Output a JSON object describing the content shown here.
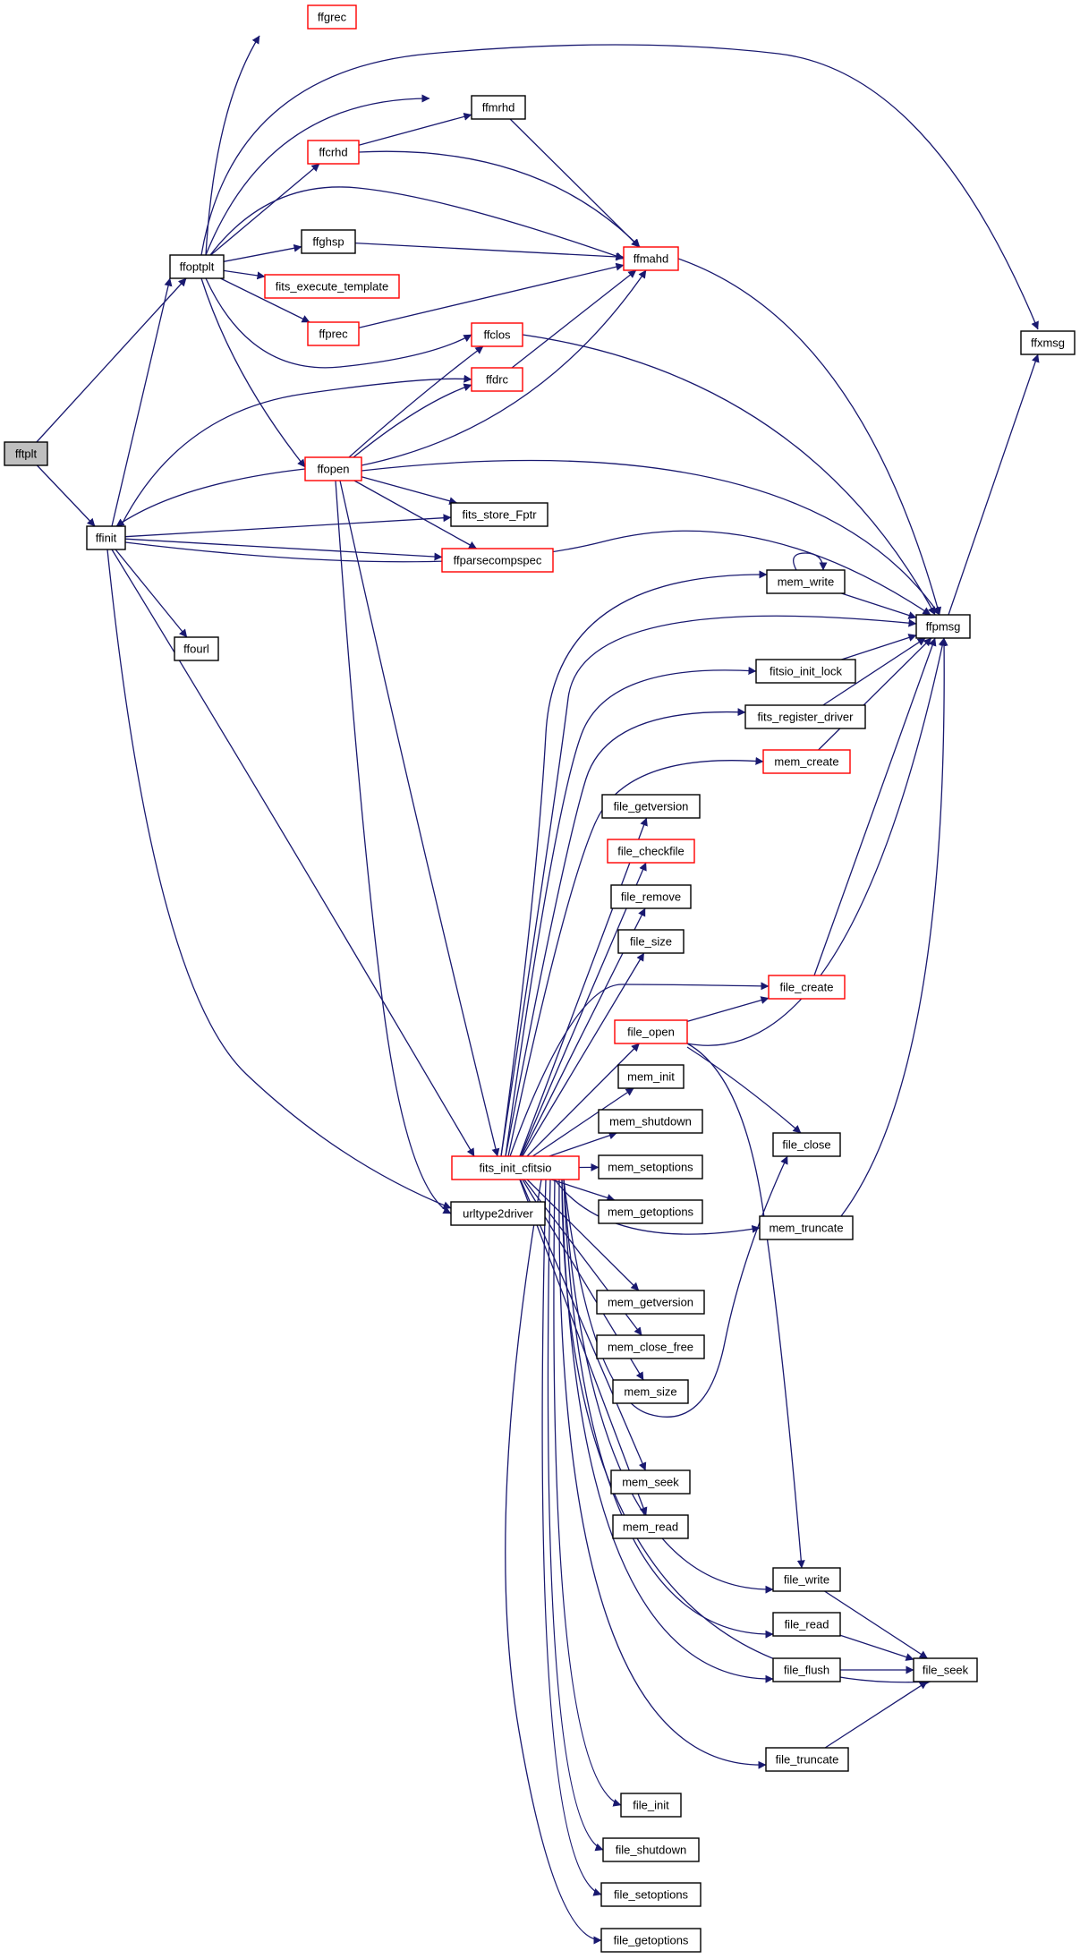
{
  "graph": {
    "nodes": [
      {
        "id": "fftplt",
        "label": "fftplt",
        "style": "root"
      },
      {
        "id": "ffinit",
        "label": "ffinit",
        "style": "black"
      },
      {
        "id": "ffoptplt",
        "label": "ffoptplt",
        "style": "black"
      },
      {
        "id": "ffgrec",
        "label": "ffgrec",
        "style": "red"
      },
      {
        "id": "ffmrhd",
        "label": "ffmrhd",
        "style": "black"
      },
      {
        "id": "ffcrhd",
        "label": "ffcrhd",
        "style": "red"
      },
      {
        "id": "ffghsp",
        "label": "ffghsp",
        "style": "black"
      },
      {
        "id": "ffmahd",
        "label": "ffmahd",
        "style": "red"
      },
      {
        "id": "fits_execute_template",
        "label": "fits_execute_template",
        "style": "red"
      },
      {
        "id": "ffprec",
        "label": "ffprec",
        "style": "red"
      },
      {
        "id": "ffclos",
        "label": "ffclos",
        "style": "red"
      },
      {
        "id": "ffxmsg",
        "label": "ffxmsg",
        "style": "black"
      },
      {
        "id": "ffdrc",
        "label": "ffdrc",
        "style": "red"
      },
      {
        "id": "ffopen",
        "label": "ffopen",
        "style": "red"
      },
      {
        "id": "fits_store_Fptr",
        "label": "fits_store_Fptr",
        "style": "black"
      },
      {
        "id": "ffparsecompspec",
        "label": "ffparsecompspec",
        "style": "red"
      },
      {
        "id": "mem_write",
        "label": "mem_write",
        "style": "black"
      },
      {
        "id": "ffpmsg",
        "label": "ffpmsg",
        "style": "black"
      },
      {
        "id": "ffourl",
        "label": "ffourl",
        "style": "black"
      },
      {
        "id": "fitsio_init_lock",
        "label": "fitsio_init_lock",
        "style": "black"
      },
      {
        "id": "fits_register_driver",
        "label": "fits_register_driver",
        "style": "black"
      },
      {
        "id": "mem_create",
        "label": "mem_create",
        "style": "red"
      },
      {
        "id": "file_getversion",
        "label": "file_getversion",
        "style": "black"
      },
      {
        "id": "file_checkfile",
        "label": "file_checkfile",
        "style": "red"
      },
      {
        "id": "file_remove",
        "label": "file_remove",
        "style": "black"
      },
      {
        "id": "file_size",
        "label": "file_size",
        "style": "black"
      },
      {
        "id": "file_create",
        "label": "file_create",
        "style": "red"
      },
      {
        "id": "file_open",
        "label": "file_open",
        "style": "red"
      },
      {
        "id": "mem_init",
        "label": "mem_init",
        "style": "black"
      },
      {
        "id": "mem_shutdown",
        "label": "mem_shutdown",
        "style": "black"
      },
      {
        "id": "file_close",
        "label": "file_close",
        "style": "black"
      },
      {
        "id": "fits_init_cfitsio",
        "label": "fits_init_cfitsio",
        "style": "red"
      },
      {
        "id": "mem_setoptions",
        "label": "mem_setoptions",
        "style": "black"
      },
      {
        "id": "urltype2driver",
        "label": "urltype2driver",
        "style": "black"
      },
      {
        "id": "mem_getoptions",
        "label": "mem_getoptions",
        "style": "black"
      },
      {
        "id": "mem_truncate",
        "label": "mem_truncate",
        "style": "black"
      },
      {
        "id": "mem_getversion",
        "label": "mem_getversion",
        "style": "black"
      },
      {
        "id": "mem_close_free",
        "label": "mem_close_free",
        "style": "black"
      },
      {
        "id": "mem_size",
        "label": "mem_size",
        "style": "black"
      },
      {
        "id": "mem_seek",
        "label": "mem_seek",
        "style": "black"
      },
      {
        "id": "mem_read",
        "label": "mem_read",
        "style": "black"
      },
      {
        "id": "file_write",
        "label": "file_write",
        "style": "black"
      },
      {
        "id": "file_read",
        "label": "file_read",
        "style": "black"
      },
      {
        "id": "file_flush",
        "label": "file_flush",
        "style": "black"
      },
      {
        "id": "file_seek",
        "label": "file_seek",
        "style": "black"
      },
      {
        "id": "file_truncate",
        "label": "file_truncate",
        "style": "black"
      },
      {
        "id": "file_init",
        "label": "file_init",
        "style": "black"
      },
      {
        "id": "file_shutdown",
        "label": "file_shutdown",
        "style": "black"
      },
      {
        "id": "file_setoptions",
        "label": "file_setoptions",
        "style": "black"
      },
      {
        "id": "file_getoptions",
        "label": "file_getoptions",
        "style": "black"
      }
    ],
    "edges": [
      [
        "fftplt",
        "ffoptplt"
      ],
      [
        "fftplt",
        "ffinit"
      ],
      [
        "ffoptplt",
        "ffgrec"
      ],
      [
        "ffoptplt",
        "ffxmsg"
      ],
      [
        "ffoptplt",
        "ffmrhd"
      ],
      [
        "ffoptplt",
        "ffcrhd"
      ],
      [
        "ffoptplt",
        "ffmahd"
      ],
      [
        "ffoptplt",
        "ffghsp"
      ],
      [
        "ffoptplt",
        "fits_execute_template"
      ],
      [
        "ffoptplt",
        "ffprec"
      ],
      [
        "ffoptplt",
        "ffclos"
      ],
      [
        "ffoptplt",
        "ffopen"
      ],
      [
        "ffcrhd",
        "ffmrhd"
      ],
      [
        "ffcrhd",
        "ffmahd"
      ],
      [
        "ffmrhd",
        "ffmahd"
      ],
      [
        "ffghsp",
        "ffmahd"
      ],
      [
        "ffprec",
        "ffmahd"
      ],
      [
        "ffmahd",
        "ffpmsg"
      ],
      [
        "ffclos",
        "ffpmsg"
      ],
      [
        "ffdrc",
        "ffmahd"
      ],
      [
        "ffopen",
        "ffclos"
      ],
      [
        "ffopen",
        "ffdrc"
      ],
      [
        "ffopen",
        "ffmahd"
      ],
      [
        "ffopen",
        "ffinit"
      ],
      [
        "ffopen",
        "fits_store_Fptr"
      ],
      [
        "ffopen",
        "ffparsecompspec"
      ],
      [
        "ffopen",
        "ffpmsg"
      ],
      [
        "ffopen",
        "fits_init_cfitsio"
      ],
      [
        "ffopen",
        "urltype2driver"
      ],
      [
        "ffinit",
        "ffoptplt"
      ],
      [
        "ffinit",
        "ffdrc"
      ],
      [
        "ffinit",
        "fits_store_Fptr"
      ],
      [
        "ffinit",
        "ffparsecompspec"
      ],
      [
        "ffinit",
        "ffpmsg"
      ],
      [
        "ffinit",
        "ffourl"
      ],
      [
        "ffinit",
        "fits_init_cfitsio"
      ],
      [
        "ffinit",
        "urltype2driver"
      ],
      [
        "ffpmsg",
        "ffxmsg"
      ],
      [
        "mem_write",
        "mem_write"
      ],
      [
        "mem_write",
        "ffpmsg"
      ],
      [
        "fitsio_init_lock",
        "ffpmsg"
      ],
      [
        "fits_register_driver",
        "ffpmsg"
      ],
      [
        "mem_create",
        "ffpmsg"
      ],
      [
        "file_create",
        "ffpmsg"
      ],
      [
        "file_open",
        "file_create"
      ],
      [
        "file_open",
        "ffpmsg"
      ],
      [
        "file_open",
        "file_close"
      ],
      [
        "file_open",
        "file_write"
      ],
      [
        "mem_truncate",
        "ffpmsg"
      ],
      [
        "file_write",
        "file_seek"
      ],
      [
        "file_read",
        "file_seek"
      ],
      [
        "file_flush",
        "file_seek"
      ],
      [
        "file_truncate",
        "file_seek"
      ],
      [
        "fits_init_cfitsio",
        "mem_write"
      ],
      [
        "fits_init_cfitsio",
        "ffpmsg"
      ],
      [
        "fits_init_cfitsio",
        "fitsio_init_lock"
      ],
      [
        "fits_init_cfitsio",
        "fits_register_driver"
      ],
      [
        "fits_init_cfitsio",
        "mem_create"
      ],
      [
        "fits_init_cfitsio",
        "file_getversion"
      ],
      [
        "fits_init_cfitsio",
        "file_checkfile"
      ],
      [
        "fits_init_cfitsio",
        "file_remove"
      ],
      [
        "fits_init_cfitsio",
        "file_size"
      ],
      [
        "fits_init_cfitsio",
        "file_create"
      ],
      [
        "fits_init_cfitsio",
        "file_open"
      ],
      [
        "fits_init_cfitsio",
        "mem_init"
      ],
      [
        "fits_init_cfitsio",
        "mem_shutdown"
      ],
      [
        "fits_init_cfitsio",
        "mem_setoptions"
      ],
      [
        "fits_init_cfitsio",
        "mem_getoptions"
      ],
      [
        "fits_init_cfitsio",
        "mem_truncate"
      ],
      [
        "fits_init_cfitsio",
        "mem_getversion"
      ],
      [
        "fits_init_cfitsio",
        "mem_close_free"
      ],
      [
        "fits_init_cfitsio",
        "mem_size"
      ],
      [
        "fits_init_cfitsio",
        "file_close"
      ],
      [
        "fits_init_cfitsio",
        "mem_seek"
      ],
      [
        "fits_init_cfitsio",
        "mem_read"
      ],
      [
        "fits_init_cfitsio",
        "file_write"
      ],
      [
        "fits_init_cfitsio",
        "file_read"
      ],
      [
        "fits_init_cfitsio",
        "file_flush"
      ],
      [
        "fits_init_cfitsio",
        "file_seek"
      ],
      [
        "fits_init_cfitsio",
        "file_truncate"
      ],
      [
        "fits_init_cfitsio",
        "file_init"
      ],
      [
        "fits_init_cfitsio",
        "file_shutdown"
      ],
      [
        "fits_init_cfitsio",
        "file_setoptions"
      ],
      [
        "fits_init_cfitsio",
        "file_getoptions"
      ]
    ],
    "colors": {
      "edge": "#191970",
      "border": "#000000",
      "highlight_border": "#ff0000",
      "root_fill": "#bfbfbf"
    }
  }
}
